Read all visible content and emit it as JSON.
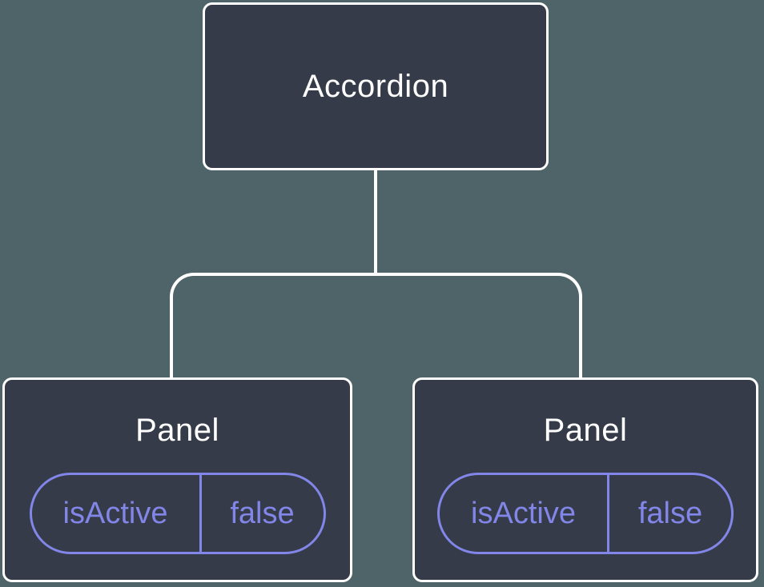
{
  "colors": {
    "background": "#4E6468",
    "node_fill": "#353B48",
    "node_border": "#FFFFFF",
    "line": "#FFFFFF",
    "title_text": "#FFFFFF",
    "prop_accent": "#8286E8"
  },
  "tree": {
    "root": {
      "label": "Accordion"
    },
    "children": [
      {
        "label": "Panel",
        "props": [
          {
            "name": "isActive",
            "value": "false"
          }
        ]
      },
      {
        "label": "Panel",
        "props": [
          {
            "name": "isActive",
            "value": "false"
          }
        ]
      }
    ]
  }
}
